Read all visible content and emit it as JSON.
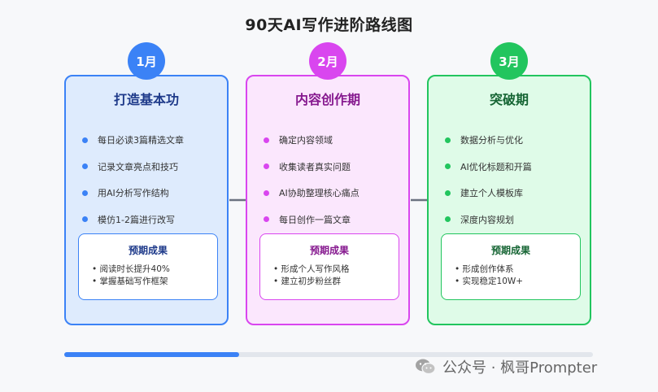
{
  "title": "90天AI写作进阶路线图",
  "phases": [
    {
      "month": "1月",
      "name": "打造基本功",
      "color": "#3b82f6",
      "title_color": "#1e3a8a",
      "bg": "#deebfd",
      "tasks": [
        "每日必读3篇精选文章",
        "记录文章亮点和技巧",
        "用AI分析写作结构",
        "模仿1-2篇进行改写"
      ],
      "result_title": "预期成果",
      "results": [
        "• 阅读时长提升40%",
        "• 掌握基础写作框架"
      ]
    },
    {
      "month": "2月",
      "name": "内容创作期",
      "color": "#d946ef",
      "title_color": "#86198f",
      "bg": "#fbe7fd",
      "tasks": [
        "确定内容领域",
        "收集读者真实问题",
        "AI协助整理核心痛点",
        "每日创作一篇文章"
      ],
      "result_title": "预期成果",
      "results": [
        "• 形成个人写作风格",
        "• 建立初步粉丝群"
      ]
    },
    {
      "month": "3月",
      "name": "突破期",
      "color": "#22c55e",
      "title_color": "#166534",
      "bg": "#dffbe8",
      "tasks": [
        "数据分析与优化",
        "AI优化标题和开篇",
        "建立个人模板库",
        "深度内容规划"
      ],
      "result_title": "预期成果",
      "results": [
        "• 形成创作体系",
        "• 实现稳定10W+"
      ]
    }
  ],
  "progress": 0.33,
  "watermark": "公众号 · 枫哥Prompter",
  "icons": {
    "connector": "arrow-right-icon",
    "watermark": "wechat-icon"
  }
}
